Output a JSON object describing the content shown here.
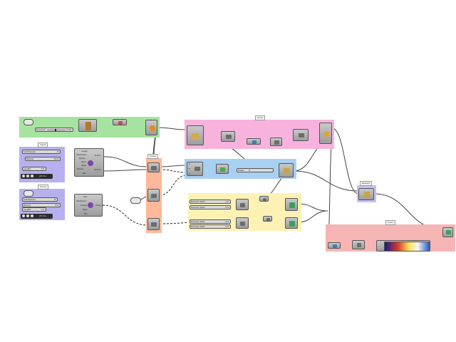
{
  "canvas": {
    "background": "#ffffff",
    "wire_color": "#444444"
  },
  "groups": {
    "green": {
      "color": "#a6e3a0"
    },
    "input": {
      "color": "#b7b0ee",
      "title": "Input"
    },
    "curve": {
      "color": "#b7b0ee",
      "title": "Curve"
    },
    "solar": {
      "color": "#ffb89a",
      "title": "Solver"
    },
    "pink": {
      "color": "#f7b3dd",
      "title": "Grow"
    },
    "blue": {
      "color": "#a8d0f2"
    },
    "yellow": {
      "color": "#fdf2b4"
    },
    "small": {
      "color": "#c9bff2",
      "title": "Rebuild"
    },
    "red": {
      "color": "#f6b5b5",
      "title": "Color"
    }
  },
  "sliders": {
    "green_count": {
      "name": "N Count",
      "value": "0.50"
    },
    "input_a": {
      "name": "Subdivision",
      "value": "8"
    },
    "input_b": {
      "name": "Radius",
      "value": "12.8"
    },
    "input_c": {
      "name": "Length",
      "value": "7.5"
    },
    "curve_a": {
      "name": "Subdivision",
      "value": "8"
    },
    "curve_b": {
      "name": "Radius",
      "value": "5.6"
    },
    "curve_c": {
      "name": "Length",
      "value": "7.5"
    },
    "blue_a": {
      "name": "Index",
      "value": "0"
    },
    "yellow_a": {
      "name": "Domain start",
      "value": "1.0"
    },
    "yellow_b": {
      "name": "Domain start",
      "value": "5.5"
    },
    "yellow_c": {
      "name": "Domain start",
      "value": "2.0"
    },
    "yellow_d": {
      "name": "Domain start",
      "value": "5.0"
    }
  },
  "timers": {
    "input": {
      "label": "20 ms"
    },
    "curve": {
      "label": "20 ms"
    }
  },
  "labels": {
    "solver_inputs": [
      "Length",
      "Subdivision",
      "Radius",
      "Seed",
      "Wrap",
      "Tension",
      "Run"
    ],
    "solver_outputs": [
      "Points",
      "Vectors"
    ],
    "curve_inputs": [
      "Add",
      "Subdivision",
      "Curves",
      "Seed",
      "Run"
    ],
    "curve_outputs": [
      "Points"
    ],
    "blue_inputs": [
      "D",
      "T",
      "P"
    ]
  }
}
